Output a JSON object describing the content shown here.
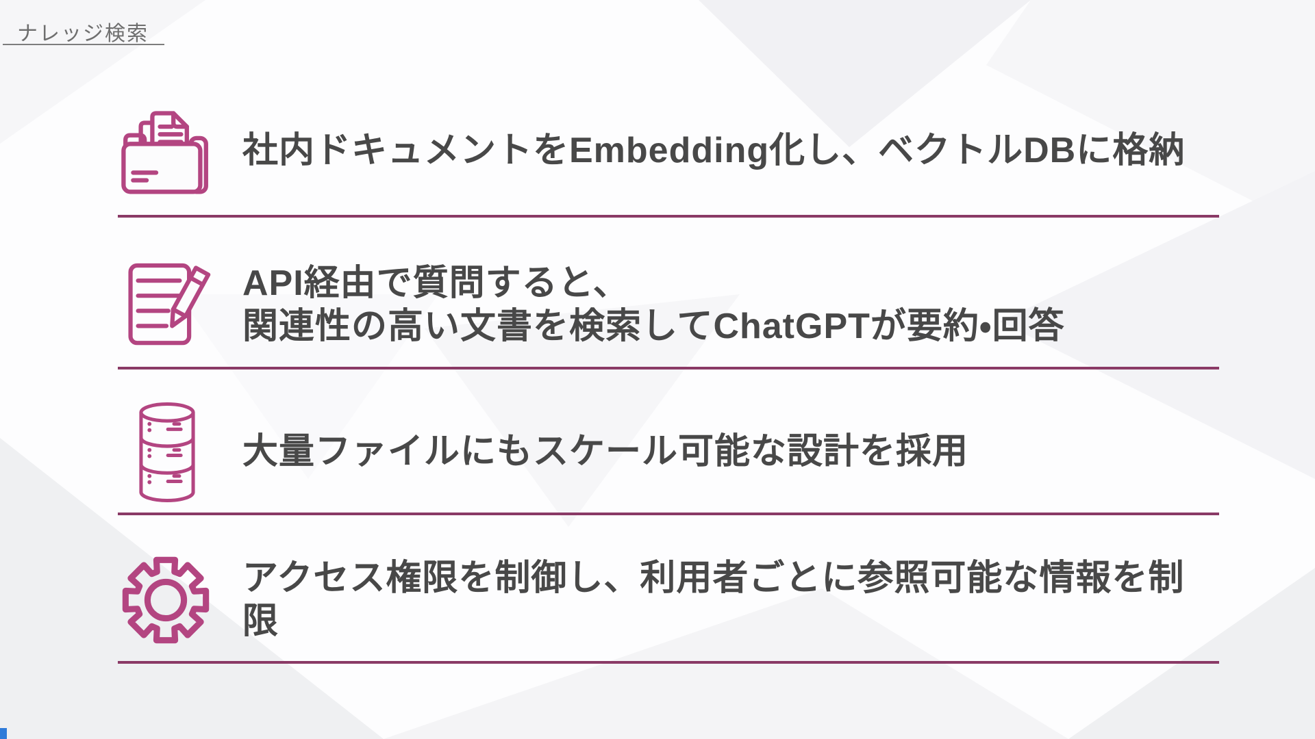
{
  "page": {
    "title": "ナレッジ検索"
  },
  "colors": {
    "icon_pink": "#b34581",
    "divider_magenta": "#8a3a66",
    "body_text": "#484848",
    "title_gray": "#6e6e6e",
    "corner_blue": "#2f7bd9",
    "background": "#fdfdfe",
    "pattern_gray": "#f1f1f4"
  },
  "rows": [
    {
      "icon": "folder-documents-icon",
      "line1": "社内ドキュメントをEmbedding化し、ベクトルDBに格納",
      "line2": ""
    },
    {
      "icon": "document-pencil-icon",
      "line1": "API経由で質問すると、",
      "line2": "関連性の高い文書を検索してChatGPTが要約・回答"
    },
    {
      "icon": "database-icon",
      "line1": "大量ファイルにもスケール可能な設計を採用",
      "line2": ""
    },
    {
      "icon": "gear-icon",
      "line1": "アクセス権限を制御し、利用者ごとに参照可能な情報を制限",
      "line2": ""
    }
  ]
}
